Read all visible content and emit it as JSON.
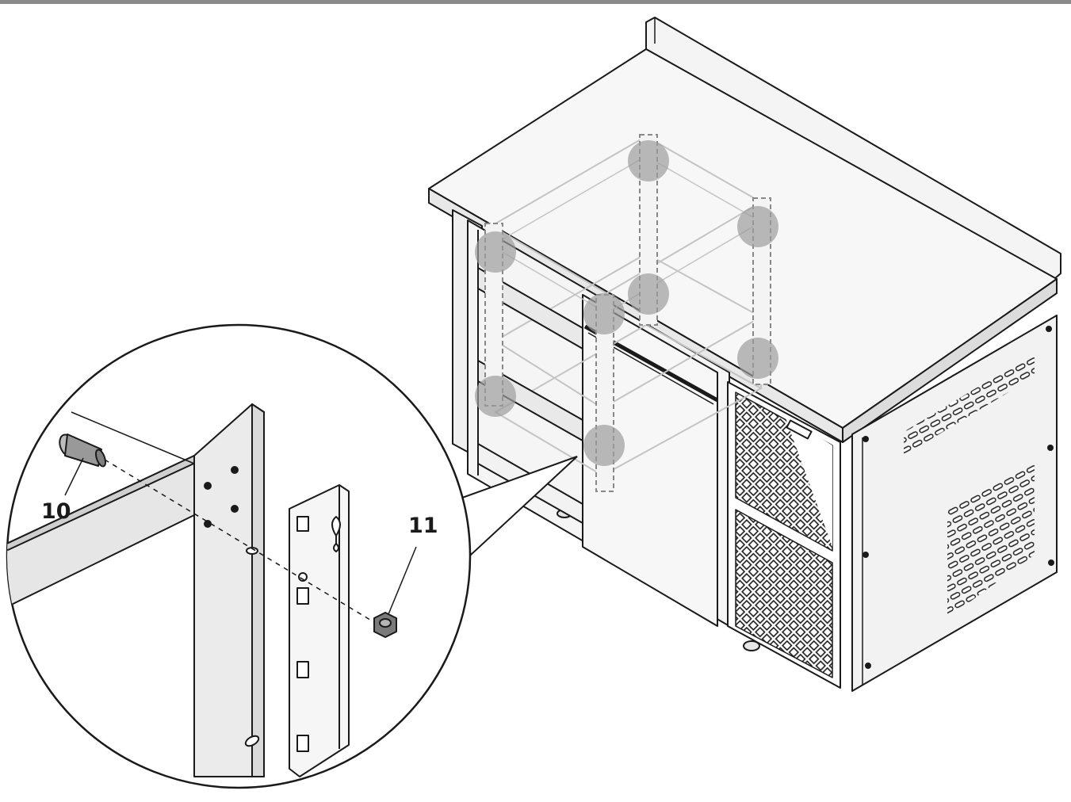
{
  "figure": {
    "callouts": [
      {
        "id": "bolt",
        "label": "10"
      },
      {
        "id": "nut",
        "label": "11"
      }
    ],
    "colors": {
      "line": "#1a1a1a",
      "panel": "#f2f2f2",
      "panel_shadow": "#dedede",
      "ghost": "#c4c4c4",
      "highlight": "#9c9c9c",
      "rule": "#8a8a8a"
    }
  }
}
